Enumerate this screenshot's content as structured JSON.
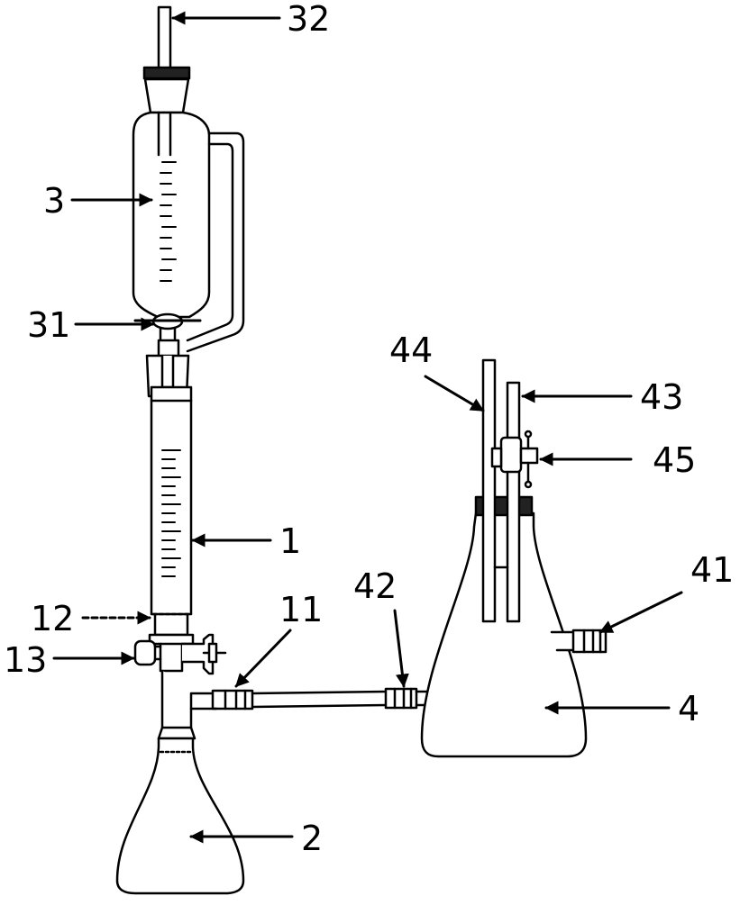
{
  "labels": {
    "l32": "32",
    "l3": "3",
    "l31": "31",
    "l44": "44",
    "l43": "43",
    "l45": "45",
    "l1": "1",
    "l41": "41",
    "l42": "42",
    "l11": "11",
    "l12": "12",
    "l13": "13",
    "l4": "4",
    "l2": "2"
  }
}
